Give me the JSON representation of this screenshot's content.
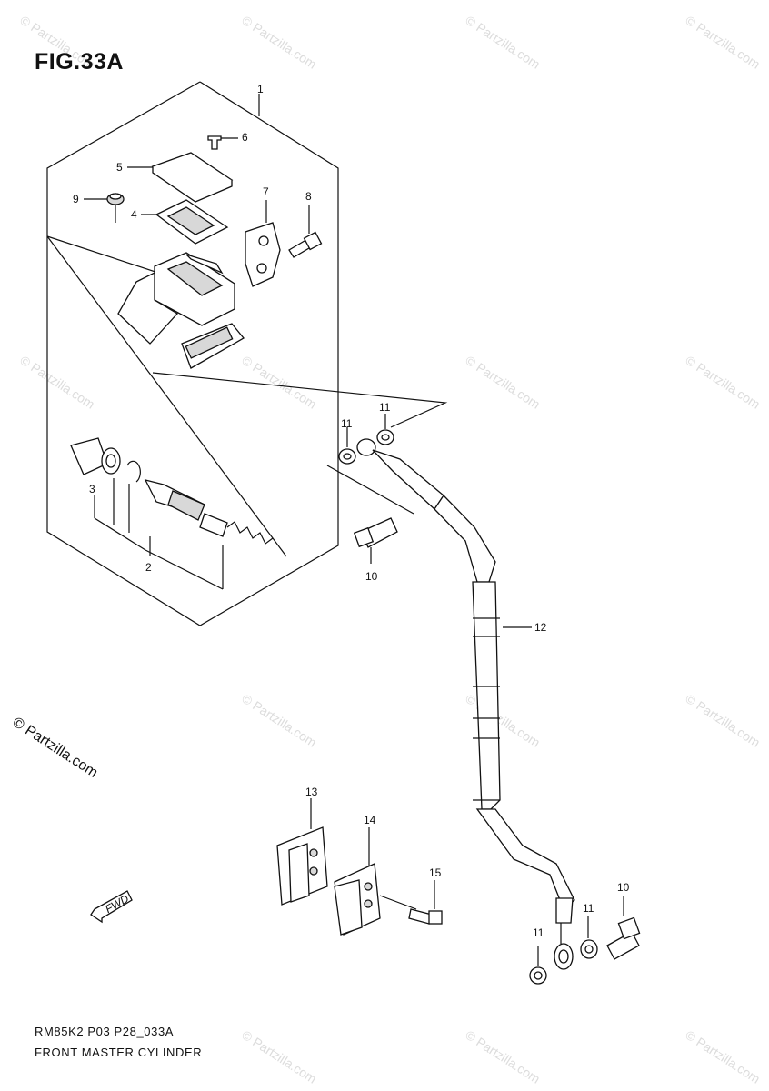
{
  "figure": {
    "title": "FIG.33A",
    "code": "RM85K2 P03 P28_033A",
    "name": "FRONT MASTER CYLINDER",
    "copyright": "© Partzilla.com",
    "watermark": "© Partzilla.com"
  },
  "callouts": {
    "c1": "1",
    "c2": "2",
    "c3": "3",
    "c4": "4",
    "c5": "5",
    "c6": "6",
    "c7": "7",
    "c8": "8",
    "c9": "9",
    "c10a": "10",
    "c10b": "10",
    "c11a": "11",
    "c11b": "11",
    "c11c": "11",
    "c11d": "11",
    "c12": "12",
    "c13": "13",
    "c14": "14",
    "c15": "15"
  },
  "direction_arrow": {
    "label": "FWD",
    "icon": "forward-arrow-icon"
  }
}
